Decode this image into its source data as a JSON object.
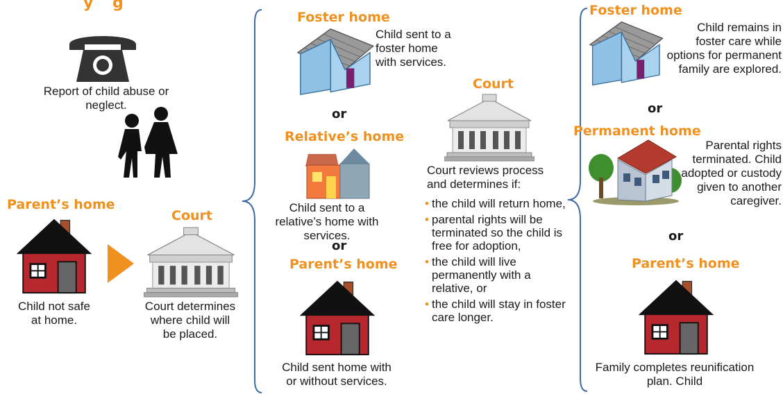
{
  "title_fragment": "y    g",
  "col1": {
    "report": "Report of child abuse or neglect.",
    "parent_home_heading": "Parent’s home",
    "child_not_safe": "Child not safe at home.",
    "court_heading": "Court",
    "court_determines": "Court determines where child will be placed."
  },
  "col2": {
    "foster_heading": "Foster home",
    "foster_text": "Child sent to a foster home with services.",
    "or1": "or",
    "relative_heading": "Relative’s home",
    "relative_text": "Child sent to a relative’s home with services.",
    "or2": "or",
    "parent_heading": "Parent’s home",
    "parent_text": "Child sent home with or without services."
  },
  "col3": {
    "court_heading": "Court",
    "intro": "Court reviews process and determines if:",
    "bullets": [
      "the child will return home,",
      "parental rights will be terminated so the child is free for adoption,",
      "the child will live permanently with a relative, or",
      "the child will stay in foster care longer."
    ]
  },
  "col4": {
    "foster_heading": "Foster home",
    "foster_text": "Child remains in foster care while options for permanent family are explored.",
    "or1": "or",
    "permanent_heading": "Permanent home",
    "permanent_text": "Parental rights terminated. Child adopted or custody given to another caregiver.",
    "or2": "or",
    "parent_heading": "Parent’s home",
    "parent_text": "Family completes reunification plan. Child"
  },
  "colors": {
    "accent": "#f0901e",
    "house_red": "#b7282e",
    "roof": "#111111",
    "brace": "#3d6aa6"
  }
}
